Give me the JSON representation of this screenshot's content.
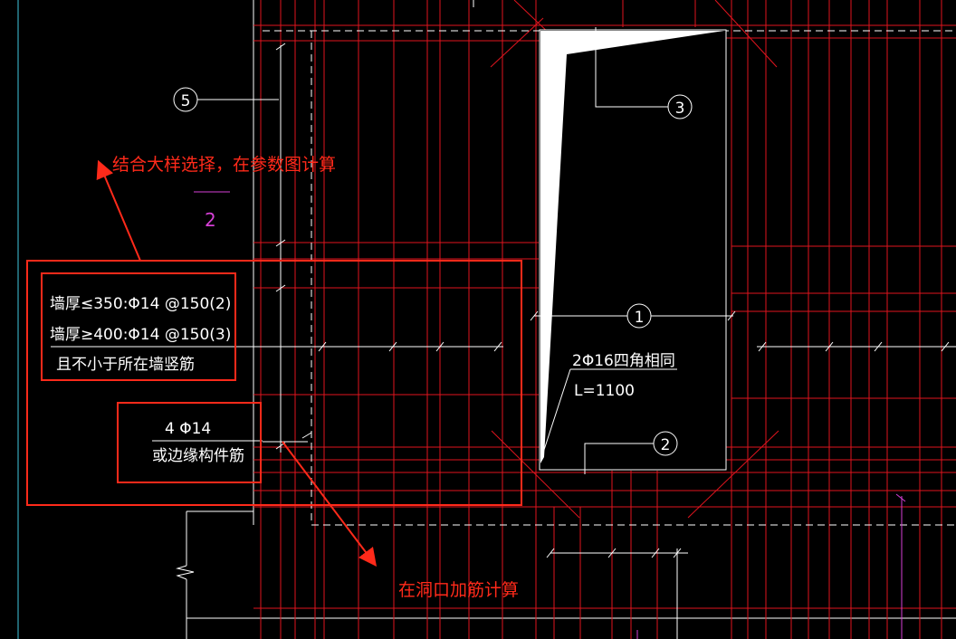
{
  "drawing": {
    "labels": {
      "wall_thickness_1": "墙厚≤350:Φ14 @150(2)",
      "wall_thickness_2": "墙厚≥400:Φ14 @150(3)",
      "not_less_than": "且不小于所在墙竖筋",
      "corner_bar_count": "4 Φ14",
      "edge_member": "或边缘构件筋",
      "reinforcement": "2Φ16四角相同",
      "length": "L=1100",
      "fraction_denominator": "2"
    },
    "callouts": [
      "1",
      "2",
      "3",
      "5"
    ]
  },
  "annotations": {
    "top_note": "结合大样选择，在参数图计算",
    "bottom_note": "在洞口加筋计算"
  },
  "colors": {
    "background": "#000000",
    "grid_line": "#e0141e",
    "white_line": "#ffffff",
    "annotation": "#ff2a1a",
    "magenta": "#d640d6",
    "cyan": "#40c8e0"
  }
}
